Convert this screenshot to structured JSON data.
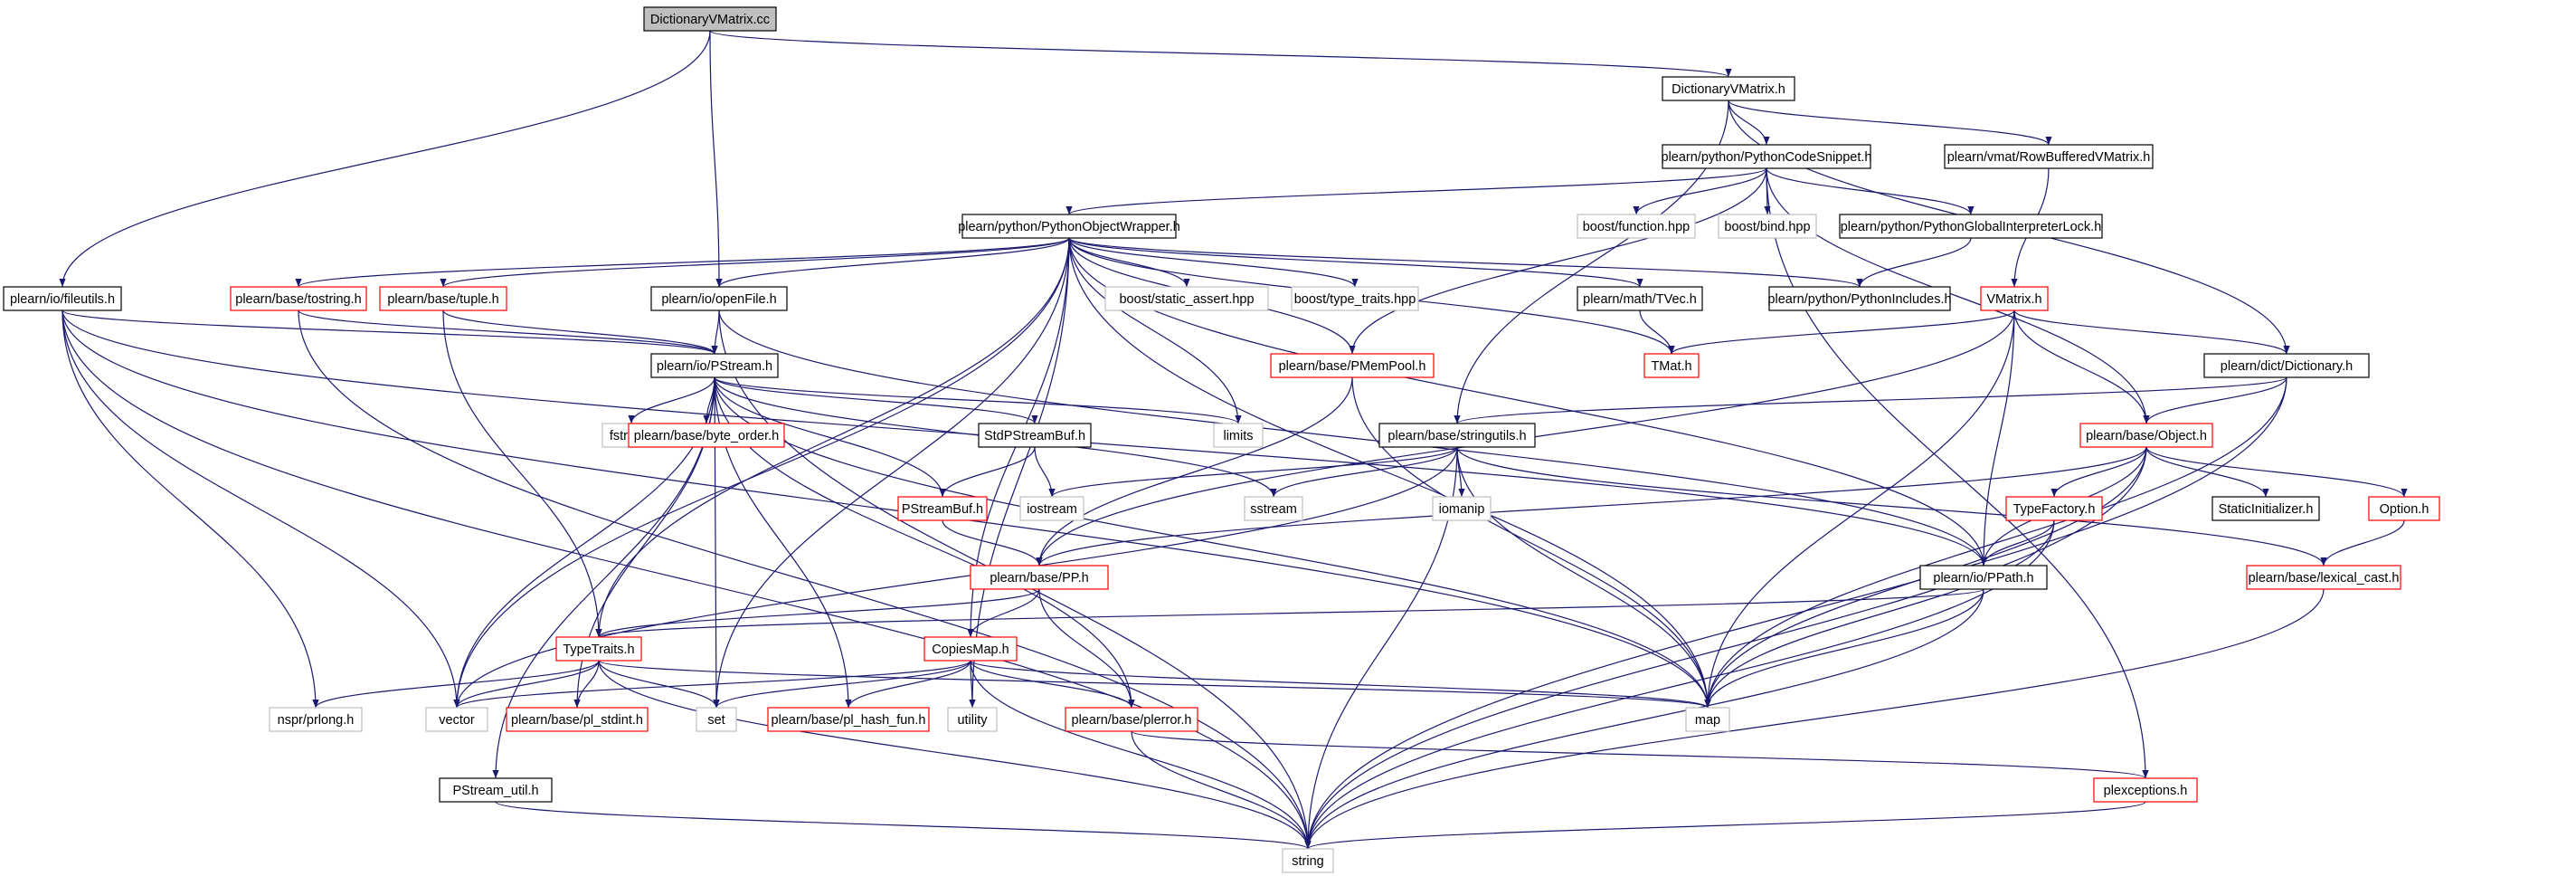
{
  "nodes": [
    {
      "id": "root",
      "label": "DictionaryVMatrix.cc",
      "style": "root"
    },
    {
      "id": "dvmh",
      "label": "DictionaryVMatrix.h",
      "style": "normal"
    },
    {
      "id": "pcs",
      "label": "plearn/python/PythonCodeSnippet.h",
      "style": "normal"
    },
    {
      "id": "rbvm",
      "label": "plearn/vmat/RowBufferedVMatrix.h",
      "style": "normal"
    },
    {
      "id": "pow",
      "label": "plearn/python/PythonObjectWrapper.h",
      "style": "normal"
    },
    {
      "id": "bfun",
      "label": "boost/function.hpp",
      "style": "gray"
    },
    {
      "id": "bbind",
      "label": "boost/bind.hpp",
      "style": "gray"
    },
    {
      "id": "pgil",
      "label": "plearn/python/PythonGlobalInterpreterLock.h",
      "style": "normal"
    },
    {
      "id": "fileutils",
      "label": "plearn/io/fileutils.h",
      "style": "normal"
    },
    {
      "id": "tostring",
      "label": "plearn/base/tostring.h",
      "style": "red"
    },
    {
      "id": "tuple",
      "label": "plearn/base/tuple.h",
      "style": "red"
    },
    {
      "id": "openfile",
      "label": "plearn/io/openFile.h",
      "style": "normal"
    },
    {
      "id": "bsa",
      "label": "boost/static_assert.hpp",
      "style": "gray"
    },
    {
      "id": "btt",
      "label": "boost/type_traits.hpp",
      "style": "gray"
    },
    {
      "id": "tvec",
      "label": "plearn/math/TVec.h",
      "style": "normal"
    },
    {
      "id": "pyinc",
      "label": "plearn/python/PythonIncludes.h",
      "style": "normal"
    },
    {
      "id": "vmatrix",
      "label": "VMatrix.h",
      "style": "red"
    },
    {
      "id": "pstream",
      "label": "plearn/io/PStream.h",
      "style": "normal"
    },
    {
      "id": "pmempool",
      "label": "plearn/base/PMemPool.h",
      "style": "red"
    },
    {
      "id": "tmat",
      "label": "TMat.h",
      "style": "red"
    },
    {
      "id": "dictionary",
      "label": "plearn/dict/Dictionary.h",
      "style": "normal"
    },
    {
      "id": "fstream",
      "label": "fstream",
      "style": "gray"
    },
    {
      "id": "byteorder",
      "label": "plearn/base/byte_order.h",
      "style": "red"
    },
    {
      "id": "stdpsb",
      "label": "StdPStreamBuf.h",
      "style": "normal"
    },
    {
      "id": "limits",
      "label": "limits",
      "style": "gray"
    },
    {
      "id": "strutils",
      "label": "plearn/base/stringutils.h",
      "style": "normal"
    },
    {
      "id": "object",
      "label": "plearn/base/Object.h",
      "style": "red"
    },
    {
      "id": "iostream",
      "label": "iostream",
      "style": "gray"
    },
    {
      "id": "sstream",
      "label": "sstream",
      "style": "gray"
    },
    {
      "id": "iomanip",
      "label": "iomanip",
      "style": "gray"
    },
    {
      "id": "psb",
      "label": "PStreamBuf.h",
      "style": "red"
    },
    {
      "id": "typefactory",
      "label": "TypeFactory.h",
      "style": "red"
    },
    {
      "id": "staticinit",
      "label": "StaticInitializer.h",
      "style": "normal"
    },
    {
      "id": "option",
      "label": "Option.h",
      "style": "red"
    },
    {
      "id": "pp",
      "label": "plearn/base/PP.h",
      "style": "red"
    },
    {
      "id": "ppath",
      "label": "plearn/io/PPath.h",
      "style": "normal"
    },
    {
      "id": "lexcast",
      "label": "plearn/base/lexical_cast.h",
      "style": "red"
    },
    {
      "id": "typetraits",
      "label": "TypeTraits.h",
      "style": "red"
    },
    {
      "id": "copiesmap",
      "label": "CopiesMap.h",
      "style": "red"
    },
    {
      "id": "prlong",
      "label": "nspr/prlong.h",
      "style": "gray"
    },
    {
      "id": "vector",
      "label": "vector",
      "style": "gray"
    },
    {
      "id": "plstdint",
      "label": "plearn/base/pl_stdint.h",
      "style": "red"
    },
    {
      "id": "set",
      "label": "set",
      "style": "gray"
    },
    {
      "id": "plhash",
      "label": "plearn/base/pl_hash_fun.h",
      "style": "red"
    },
    {
      "id": "utility",
      "label": "utility",
      "style": "gray"
    },
    {
      "id": "plerror",
      "label": "plearn/base/plerror.h",
      "style": "red"
    },
    {
      "id": "map",
      "label": "map",
      "style": "gray"
    },
    {
      "id": "psutil",
      "label": "PStream_util.h",
      "style": "normal"
    },
    {
      "id": "plexc",
      "label": "plexceptions.h",
      "style": "red"
    },
    {
      "id": "string",
      "label": "string",
      "style": "gray"
    }
  ],
  "edges": [
    [
      "root",
      "dvmh"
    ],
    [
      "root",
      "fileutils"
    ],
    [
      "root",
      "openfile"
    ],
    [
      "dvmh",
      "pcs"
    ],
    [
      "dvmh",
      "rbvm"
    ],
    [
      "dvmh",
      "dictionary"
    ],
    [
      "dvmh",
      "strutils"
    ],
    [
      "pcs",
      "pow"
    ],
    [
      "pcs",
      "bfun"
    ],
    [
      "pcs",
      "bbind"
    ],
    [
      "pcs",
      "pgil"
    ],
    [
      "pcs",
      "pmempool"
    ],
    [
      "pcs",
      "object"
    ],
    [
      "pcs",
      "plexc"
    ],
    [
      "rbvm",
      "vmatrix"
    ],
    [
      "pgil",
      "pyinc"
    ],
    [
      "pow",
      "tostring"
    ],
    [
      "pow",
      "tuple"
    ],
    [
      "pow",
      "openfile"
    ],
    [
      "pow",
      "bsa"
    ],
    [
      "pow",
      "btt"
    ],
    [
      "pow",
      "tvec"
    ],
    [
      "pow",
      "pyinc"
    ],
    [
      "pow",
      "pmempool"
    ],
    [
      "pow",
      "tmat"
    ],
    [
      "pow",
      "limits"
    ],
    [
      "pow",
      "copiesmap"
    ],
    [
      "pow",
      "typetraits"
    ],
    [
      "pow",
      "utility"
    ],
    [
      "pow",
      "vector"
    ],
    [
      "pow",
      "set"
    ],
    [
      "pow",
      "map"
    ],
    [
      "pow",
      "ppath"
    ],
    [
      "fileutils",
      "pstream"
    ],
    [
      "fileutils",
      "ppath"
    ],
    [
      "fileutils",
      "map"
    ],
    [
      "fileutils",
      "prlong"
    ],
    [
      "fileutils",
      "vector"
    ],
    [
      "fileutils",
      "string"
    ],
    [
      "tostring",
      "pstream"
    ],
    [
      "tostring",
      "string"
    ],
    [
      "tuple",
      "pstream"
    ],
    [
      "tuple",
      "typetraits"
    ],
    [
      "openfile",
      "pstream"
    ],
    [
      "openfile",
      "ppath"
    ],
    [
      "openfile",
      "string"
    ],
    [
      "tvec",
      "tmat"
    ],
    [
      "vmatrix",
      "tmat"
    ],
    [
      "vmatrix",
      "dictionary"
    ],
    [
      "vmatrix",
      "object"
    ],
    [
      "vmatrix",
      "pp"
    ],
    [
      "vmatrix",
      "ppath"
    ],
    [
      "vmatrix",
      "map"
    ],
    [
      "pstream",
      "fstream"
    ],
    [
      "pstream",
      "byteorder"
    ],
    [
      "pstream",
      "stdpsb"
    ],
    [
      "pstream",
      "limits"
    ],
    [
      "pstream",
      "psb"
    ],
    [
      "pstream",
      "sstream"
    ],
    [
      "pstream",
      "map"
    ],
    [
      "pstream",
      "plerror"
    ],
    [
      "pstream",
      "set"
    ],
    [
      "pstream",
      "plhash"
    ],
    [
      "pstream",
      "plstdint"
    ],
    [
      "pstream",
      "psutil"
    ],
    [
      "pstream",
      "vector"
    ],
    [
      "pmempool",
      "pp"
    ],
    [
      "pmempool",
      "map"
    ],
    [
      "dictionary",
      "object"
    ],
    [
      "dictionary",
      "strutils"
    ],
    [
      "dictionary",
      "map"
    ],
    [
      "dictionary",
      "string"
    ],
    [
      "stdpsb",
      "iostream"
    ],
    [
      "stdpsb",
      "psb"
    ],
    [
      "strutils",
      "iostream"
    ],
    [
      "strutils",
      "sstream"
    ],
    [
      "strutils",
      "iomanip"
    ],
    [
      "strutils",
      "lexcast"
    ],
    [
      "strutils",
      "vector"
    ],
    [
      "strutils",
      "map"
    ],
    [
      "strutils",
      "string"
    ],
    [
      "object",
      "pp"
    ],
    [
      "object",
      "typefactory"
    ],
    [
      "object",
      "staticinit"
    ],
    [
      "object",
      "option"
    ],
    [
      "object",
      "ppath"
    ],
    [
      "object",
      "map"
    ],
    [
      "object",
      "string"
    ],
    [
      "psb",
      "pp"
    ],
    [
      "typefactory",
      "ppath"
    ],
    [
      "typefactory",
      "map"
    ],
    [
      "typefactory",
      "string"
    ],
    [
      "option",
      "lexcast"
    ],
    [
      "pp",
      "typetraits"
    ],
    [
      "pp",
      "copiesmap"
    ],
    [
      "pp",
      "plerror"
    ],
    [
      "ppath",
      "typetraits"
    ],
    [
      "ppath",
      "map"
    ],
    [
      "ppath",
      "string"
    ],
    [
      "lexcast",
      "string"
    ],
    [
      "typetraits",
      "prlong"
    ],
    [
      "typetraits",
      "vector"
    ],
    [
      "typetraits",
      "plstdint"
    ],
    [
      "typetraits",
      "set"
    ],
    [
      "typetraits",
      "map"
    ],
    [
      "typetraits",
      "string"
    ],
    [
      "copiesmap",
      "vector"
    ],
    [
      "copiesmap",
      "set"
    ],
    [
      "copiesmap",
      "plhash"
    ],
    [
      "copiesmap",
      "utility"
    ],
    [
      "copiesmap",
      "plerror"
    ],
    [
      "copiesmap",
      "map"
    ],
    [
      "copiesmap",
      "string"
    ],
    [
      "plerror",
      "plexc"
    ],
    [
      "plerror",
      "string"
    ],
    [
      "psutil",
      "string"
    ],
    [
      "plexc",
      "string"
    ]
  ],
  "colors": {
    "edge": "#191970",
    "root_fill": "#bfbfbf",
    "normal_border": "#000000",
    "red_border": "#ff0000",
    "gray_border": "#bfbfbf",
    "text": "#000000"
  }
}
